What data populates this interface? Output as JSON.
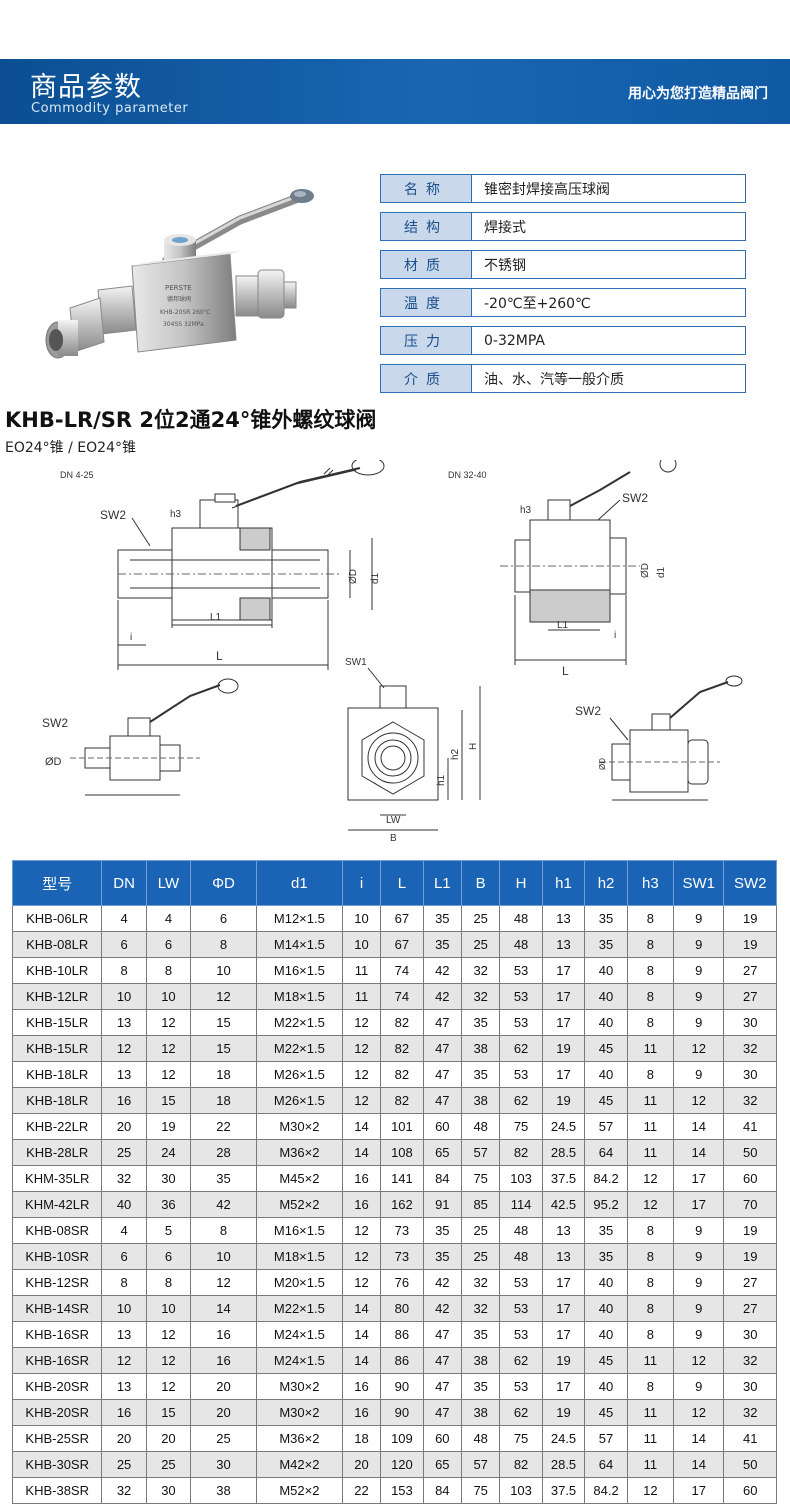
{
  "banner": {
    "title": "商品参数",
    "subtitle": "Commodity parameter",
    "slogan": "用心为您打造精品阀门"
  },
  "product_image": {
    "marking_lines": [
      "PERSTE",
      "德邦球阀",
      "KHB-20SR 260℃",
      "304SS 32MPa"
    ]
  },
  "params": [
    {
      "key": "名称",
      "value": "锥密封焊接高压球阀"
    },
    {
      "key": "结构",
      "value": "焊接式"
    },
    {
      "key": "材质",
      "value": "不锈钢"
    },
    {
      "key": "温度",
      "value": "-20℃至+260℃"
    },
    {
      "key": "压力",
      "value": "0-32MPA"
    },
    {
      "key": "介质",
      "value": "油、水、汽等一般介质"
    }
  ],
  "section": {
    "title": "KHB-LR/SR  2位2通24°锥外螺纹球阀",
    "subtitle": "EO24°锥 / EO24°锥"
  },
  "drawings": {
    "dn_small": "DN 4-25",
    "dn_large": "DN 32-40",
    "labels": {
      "sw2": "SW2",
      "sw1": "SW1",
      "h3": "h3",
      "h2": "h2",
      "h": "H",
      "h1": "h1",
      "od": "ØD",
      "od_small": "ØD",
      "d1": "d1",
      "l1": "L1",
      "l": "L",
      "i": "i",
      "lw": "LW",
      "b": "B"
    }
  },
  "table": {
    "headers": [
      "型号",
      "DN",
      "LW",
      "ΦD",
      "d1",
      "i",
      "L",
      "L1",
      "B",
      "H",
      "h1",
      "h2",
      "h3",
      "SW1",
      "SW2"
    ],
    "rows": [
      [
        "KHB-06LR",
        "4",
        "4",
        "6",
        "M12×1.5",
        "10",
        "67",
        "35",
        "25",
        "48",
        "13",
        "35",
        "8",
        "9",
        "19"
      ],
      [
        "KHB-08LR",
        "6",
        "6",
        "8",
        "M14×1.5",
        "10",
        "67",
        "35",
        "25",
        "48",
        "13",
        "35",
        "8",
        "9",
        "19"
      ],
      [
        "KHB-10LR",
        "8",
        "8",
        "10",
        "M16×1.5",
        "11",
        "74",
        "42",
        "32",
        "53",
        "17",
        "40",
        "8",
        "9",
        "27"
      ],
      [
        "KHB-12LR",
        "10",
        "10",
        "12",
        "M18×1.5",
        "11",
        "74",
        "42",
        "32",
        "53",
        "17",
        "40",
        "8",
        "9",
        "27"
      ],
      [
        "KHB-15LR",
        "13",
        "12",
        "15",
        "M22×1.5",
        "12",
        "82",
        "47",
        "35",
        "53",
        "17",
        "40",
        "8",
        "9",
        "30"
      ],
      [
        "KHB-15LR",
        "12",
        "12",
        "15",
        "M22×1.5",
        "12",
        "82",
        "47",
        "38",
        "62",
        "19",
        "45",
        "11",
        "12",
        "32"
      ],
      [
        "KHB-18LR",
        "13",
        "12",
        "18",
        "M26×1.5",
        "12",
        "82",
        "47",
        "35",
        "53",
        "17",
        "40",
        "8",
        "9",
        "30"
      ],
      [
        "KHB-18LR",
        "16",
        "15",
        "18",
        "M26×1.5",
        "12",
        "82",
        "47",
        "38",
        "62",
        "19",
        "45",
        "11",
        "12",
        "32"
      ],
      [
        "KHB-22LR",
        "20",
        "19",
        "22",
        "M30×2",
        "14",
        "101",
        "60",
        "48",
        "75",
        "24.5",
        "57",
        "11",
        "14",
        "41"
      ],
      [
        "KHB-28LR",
        "25",
        "24",
        "28",
        "M36×2",
        "14",
        "108",
        "65",
        "57",
        "82",
        "28.5",
        "64",
        "11",
        "14",
        "50"
      ],
      [
        "KHM-35LR",
        "32",
        "30",
        "35",
        "M45×2",
        "16",
        "141",
        "84",
        "75",
        "103",
        "37.5",
        "84.2",
        "12",
        "17",
        "60"
      ],
      [
        "KHM-42LR",
        "40",
        "36",
        "42",
        "M52×2",
        "16",
        "162",
        "91",
        "85",
        "114",
        "42.5",
        "95.2",
        "12",
        "17",
        "70"
      ],
      [
        "KHB-08SR",
        "4",
        "5",
        "8",
        "M16×1.5",
        "12",
        "73",
        "35",
        "25",
        "48",
        "13",
        "35",
        "8",
        "9",
        "19"
      ],
      [
        "KHB-10SR",
        "6",
        "6",
        "10",
        "M18×1.5",
        "12",
        "73",
        "35",
        "25",
        "48",
        "13",
        "35",
        "8",
        "9",
        "19"
      ],
      [
        "KHB-12SR",
        "8",
        "8",
        "12",
        "M20×1.5",
        "12",
        "76",
        "42",
        "32",
        "53",
        "17",
        "40",
        "8",
        "9",
        "27"
      ],
      [
        "KHB-14SR",
        "10",
        "10",
        "14",
        "M22×1.5",
        "14",
        "80",
        "42",
        "32",
        "53",
        "17",
        "40",
        "8",
        "9",
        "27"
      ],
      [
        "KHB-16SR",
        "13",
        "12",
        "16",
        "M24×1.5",
        "14",
        "86",
        "47",
        "35",
        "53",
        "17",
        "40",
        "8",
        "9",
        "30"
      ],
      [
        "KHB-16SR",
        "12",
        "12",
        "16",
        "M24×1.5",
        "14",
        "86",
        "47",
        "38",
        "62",
        "19",
        "45",
        "11",
        "12",
        "32"
      ],
      [
        "KHB-20SR",
        "13",
        "12",
        "20",
        "M30×2",
        "16",
        "90",
        "47",
        "35",
        "53",
        "17",
        "40",
        "8",
        "9",
        "30"
      ],
      [
        "KHB-20SR",
        "16",
        "15",
        "20",
        "M30×2",
        "16",
        "90",
        "47",
        "38",
        "62",
        "19",
        "45",
        "11",
        "12",
        "32"
      ],
      [
        "KHB-25SR",
        "20",
        "20",
        "25",
        "M36×2",
        "18",
        "109",
        "60",
        "48",
        "75",
        "24.5",
        "57",
        "11",
        "14",
        "41"
      ],
      [
        "KHB-30SR",
        "25",
        "25",
        "30",
        "M42×2",
        "20",
        "120",
        "65",
        "57",
        "82",
        "28.5",
        "64",
        "11",
        "14",
        "50"
      ],
      [
        "KHB-38SR",
        "32",
        "30",
        "38",
        "M52×2",
        "22",
        "153",
        "84",
        "75",
        "103",
        "37.5",
        "84.2",
        "12",
        "17",
        "60"
      ]
    ]
  }
}
